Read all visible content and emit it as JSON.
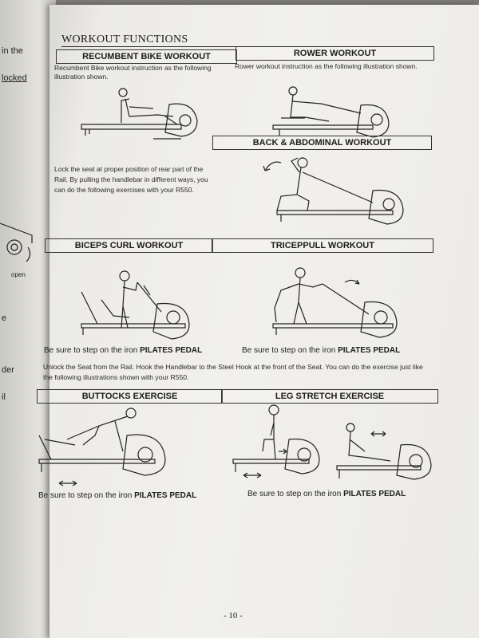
{
  "previous_page_fragments": [
    "in the",
    "locked",
    "open",
    "e",
    "der",
    "il"
  ],
  "page_title": "WORKOUT FUNCTIONS",
  "sections": {
    "recumbent": {
      "heading": "RECUMBENT BIKE WORKOUT",
      "text": "Recumbent Bike workout instruction as the following illustration shown."
    },
    "rower": {
      "heading": "ROWER WORKOUT",
      "text": "Rower workout instruction as the following illustration shown."
    },
    "back": {
      "heading": "BACK & ABDOMINAL WORKOUT",
      "text": "Lock the seat at proper position of rear part of the Rail. By pulling the handlebar in different ways, you can do the following exercises with your R550."
    },
    "biceps": {
      "heading": "BICEPS CURL WORKOUT"
    },
    "triceps": {
      "heading": "TRICEPPULL WORKOUT"
    },
    "buttocks": {
      "heading": "BUTTOCKS EXERCISE"
    },
    "leg_stretch": {
      "heading": "LEG STRETCH EXERCISE"
    }
  },
  "pedal_note": {
    "prefix": "Be sure to step on the iron ",
    "emphasis": "PILATES PEDAL"
  },
  "unlock_text": "Unlock the Seat from the Rail. Hook the Handlebar to the Steel Hook at the front of the Seat. You can do the exercise just like the following illustrations shown with your R550.",
  "page_number": "- 10 -"
}
